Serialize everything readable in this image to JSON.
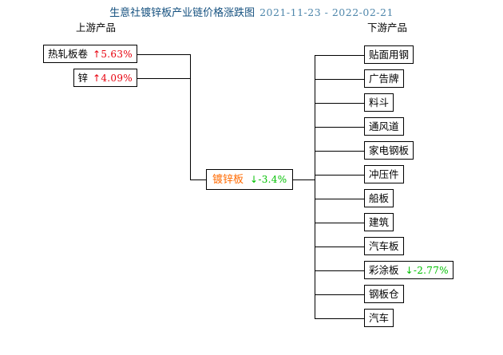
{
  "title": {
    "main": "生意社镀锌板产业链价格涨跌图",
    "date_range": "2021-11-23 - 2022-02-21",
    "color": "#14507f",
    "date_color": "#4f87ab"
  },
  "headers": {
    "upstream": "上游产品",
    "downstream": "下游产品"
  },
  "colors": {
    "up": "#e8000d",
    "down": "#00c000",
    "center_label": "#ff6a00",
    "box_border": "#000000",
    "background": "#ffffff"
  },
  "icons": {
    "up_arrow": "↑",
    "down_arrow": "↓"
  },
  "center": {
    "label": "镀锌板",
    "arrow": "↓",
    "change": "-3.4%"
  },
  "upstream": [
    {
      "label": "热轧板卷",
      "arrow": "↑",
      "change": "5.63%"
    },
    {
      "label": "锌",
      "arrow": "↑",
      "change": "4.09%"
    }
  ],
  "downstream": [
    {
      "label": "贴面用钢",
      "arrow": "",
      "change": ""
    },
    {
      "label": "广告牌",
      "arrow": "",
      "change": ""
    },
    {
      "label": "料斗",
      "arrow": "",
      "change": ""
    },
    {
      "label": "通风道",
      "arrow": "",
      "change": ""
    },
    {
      "label": "家电钢板",
      "arrow": "",
      "change": ""
    },
    {
      "label": "冲压件",
      "arrow": "",
      "change": ""
    },
    {
      "label": "船板",
      "arrow": "",
      "change": ""
    },
    {
      "label": "建筑",
      "arrow": "",
      "change": ""
    },
    {
      "label": "汽车板",
      "arrow": "",
      "change": ""
    },
    {
      "label": "彩涂板",
      "arrow": "↓",
      "change": "-2.77%"
    },
    {
      "label": "钢板仓",
      "arrow": "",
      "change": ""
    },
    {
      "label": "汽车",
      "arrow": "",
      "change": ""
    }
  ]
}
